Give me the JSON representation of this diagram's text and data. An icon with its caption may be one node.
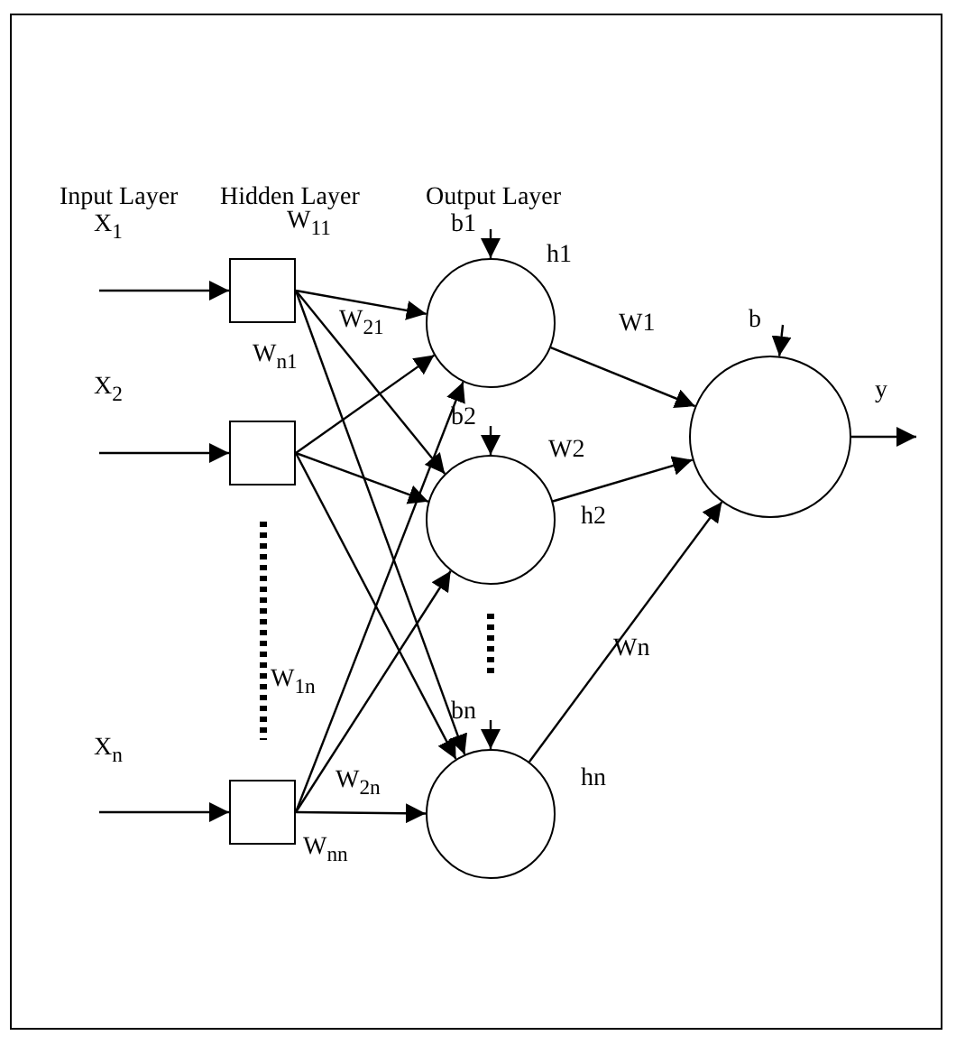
{
  "diagram": {
    "nodes": [
      {
        "text": [],
        "shape": "box"
      },
      {
        "text": [],
        "shape": "box"
      },
      {
        "text": [],
        "shape": "box"
      },
      {
        "text": [],
        "shape": "circle",
        "beside": [
          "b1",
          "h1"
        ]
      },
      {
        "text": [],
        "shape": "circle",
        "beside": [
          "b2",
          "h2"
        ]
      },
      {
        "text": [],
        "shape": "circle",
        "beside": [
          "bn",
          "hn"
        ]
      },
      {
        "text": [],
        "shape": "circle",
        "beside": [
          "b",
          "y"
        ]
      }
    ],
    "edges": [
      {
        "from": null,
        "to": 0,
        "arrow": "to"
      },
      {
        "from": null,
        "to": 1,
        "arrow": "to"
      },
      {
        "from": null,
        "to": 2,
        "arrow": "to"
      },
      {
        "from": 0,
        "to": 3,
        "arrow": "to"
      },
      {
        "from": 0,
        "to": 4,
        "arrow": "to"
      },
      {
        "from": 0,
        "to": 5,
        "arrow": "to"
      },
      {
        "from": 1,
        "to": 3,
        "arrow": "to"
      },
      {
        "from": 1,
        "to": 4,
        "arrow": "to"
      },
      {
        "from": 1,
        "to": 5,
        "arrow": "to"
      },
      {
        "from": 2,
        "to": 3,
        "arrow": "to"
      },
      {
        "from": 2,
        "to": 4,
        "arrow": "to"
      },
      {
        "from": 2,
        "to": 5,
        "arrow": "to"
      },
      {
        "from": null,
        "to": 3,
        "arrow": "to"
      },
      {
        "from": null,
        "to": 4,
        "arrow": "to"
      },
      {
        "from": null,
        "to": 5,
        "arrow": "to"
      },
      {
        "from": null,
        "to": 6,
        "arrow": "to"
      },
      {
        "from": 3,
        "to": 6,
        "arrow": "to"
      },
      {
        "from": 4,
        "to": 6,
        "arrow": "to"
      },
      {
        "from": 5,
        "to": 6,
        "arrow": "to"
      },
      {
        "from": 6,
        "to": null,
        "arrow": "to"
      }
    ],
    "labels": [
      "Input Layer",
      "Hidden Layer",
      "Output Layer",
      "X$_{1}$",
      "W$_{11}$",
      "W1",
      "W$_{21}$",
      "W$_{n1}$",
      "X$_{2}$",
      "W2",
      "Wn",
      "W$_{1n}$",
      "X$_{n}$",
      "W$_{2n}$",
      "W$_{nn}$"
    ]
  }
}
